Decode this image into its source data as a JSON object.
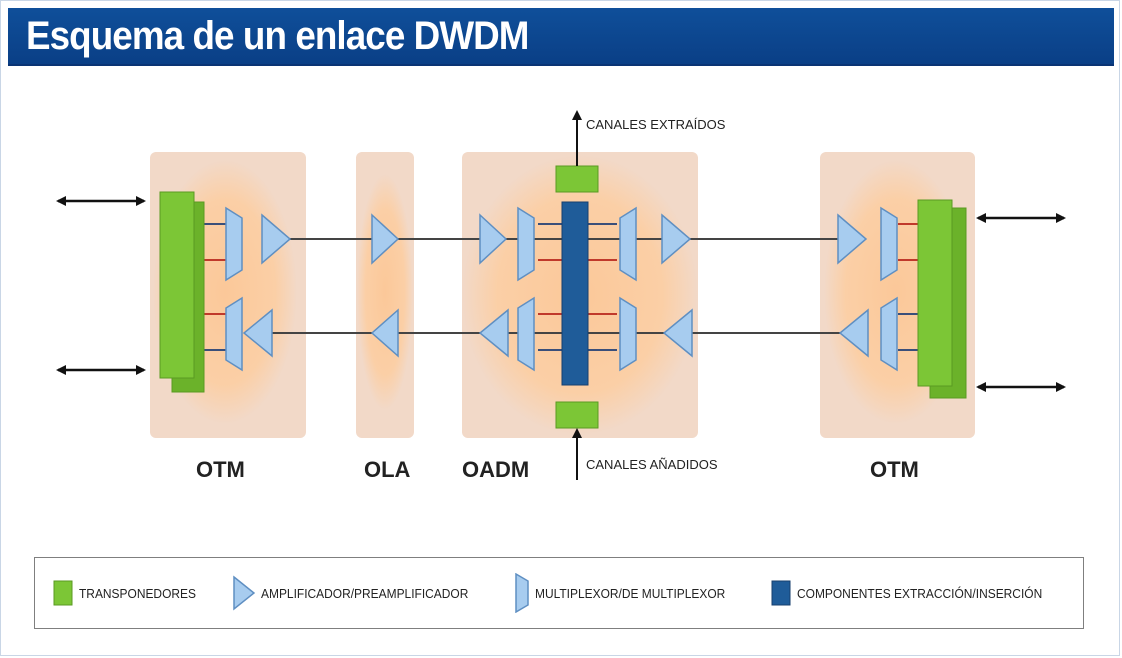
{
  "title": "Esquema de un enlace DWDM",
  "nodes": {
    "otm_left": "OTM",
    "ola": "OLA",
    "oadm": "OADM",
    "otm_right": "OTM"
  },
  "annotations": {
    "extracted": "CANALES EXTRAÍDOS",
    "added": "CANALES AÑADIDOS"
  },
  "legend": {
    "transponders": "TRANSPONEDORES",
    "amplifier": "AMPLIFICADOR/PREAMPLIFICADOR",
    "mux": "MULTIPLEXOR/DE MULTIPLEXOR",
    "add_drop": "COMPONENTES EXTRACCIÓN/INSERCIÓN"
  },
  "colors": {
    "title_bar": "#0f4f9a",
    "node_box": "#f2d9c8",
    "node_glow": "#fbc899",
    "transponder": "#79c12f",
    "amplifier": "#a7ccef",
    "add_drop": "#1f5c99",
    "signal_line": "#444444",
    "tributary_red": "#c0392b"
  },
  "icons": [
    "double-arrow-icon",
    "up-arrow-icon",
    "amplifier-triangle-icon",
    "multiplexer-trapezoid-icon"
  ]
}
